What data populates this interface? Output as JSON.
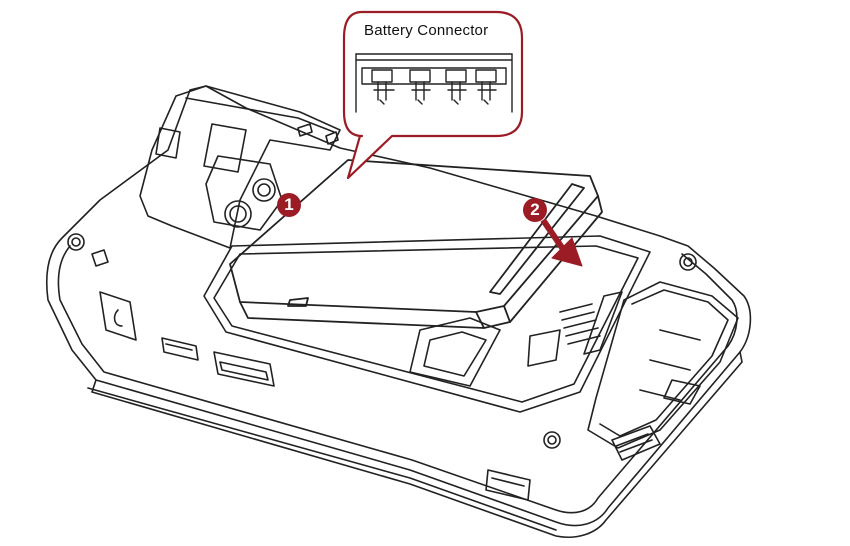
{
  "callout": {
    "title": "Battery Connector"
  },
  "steps": [
    {
      "number": "1"
    },
    {
      "number": "2"
    }
  ],
  "colors": {
    "accent": "#9b1c24",
    "line": "#222222"
  },
  "icons": {
    "step1": "step-badge",
    "step2": "step-badge",
    "arrow": "direction-arrow-icon"
  }
}
